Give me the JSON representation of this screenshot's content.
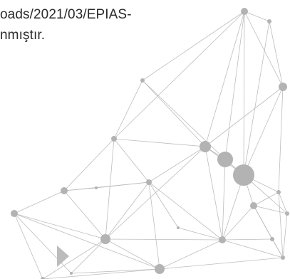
{
  "document": {
    "lines": [
      "oads/2021/03/EPIAS-",
      "nmıştır."
    ]
  },
  "decoration": {
    "name": "network-graph",
    "line_color": "#bdbdbd",
    "node_color": "#b3b3b3"
  }
}
